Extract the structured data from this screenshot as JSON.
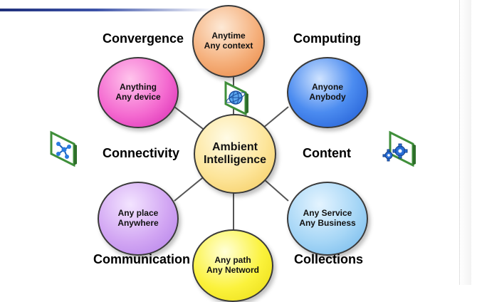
{
  "labels": {
    "convergence": "Convergence",
    "computing": "Computing",
    "connectivity": "Connectivity",
    "content": "Content",
    "communication": "Communication",
    "collections": "Collections"
  },
  "circles": {
    "top": {
      "line1": "Anytime",
      "line2": "Any context"
    },
    "top_left": {
      "line1": "Anything",
      "line2": "Any device"
    },
    "top_right": {
      "line1": "Anyone",
      "line2": "Anybody"
    },
    "center": {
      "line1": "Ambient",
      "line2": "Intelligence"
    },
    "bottom_left": {
      "line1": "Any place",
      "line2": "Anywhere"
    },
    "bottom_right": {
      "line1": "Any Service",
      "line2": "Any Business"
    },
    "bottom": {
      "line1": "Any path",
      "line2": "Any Netword"
    }
  },
  "icons": [
    "network-icon",
    "globe-icon",
    "gears-icon"
  ],
  "colors": {
    "top": "#f5b07c",
    "top_left": "#f46ad0",
    "top_right": "#4c8cf0",
    "center": "#fde59a",
    "bottom_left": "#d2a6f3",
    "bottom_right": "#a6d6f6",
    "bottom": "#fbf23c"
  }
}
